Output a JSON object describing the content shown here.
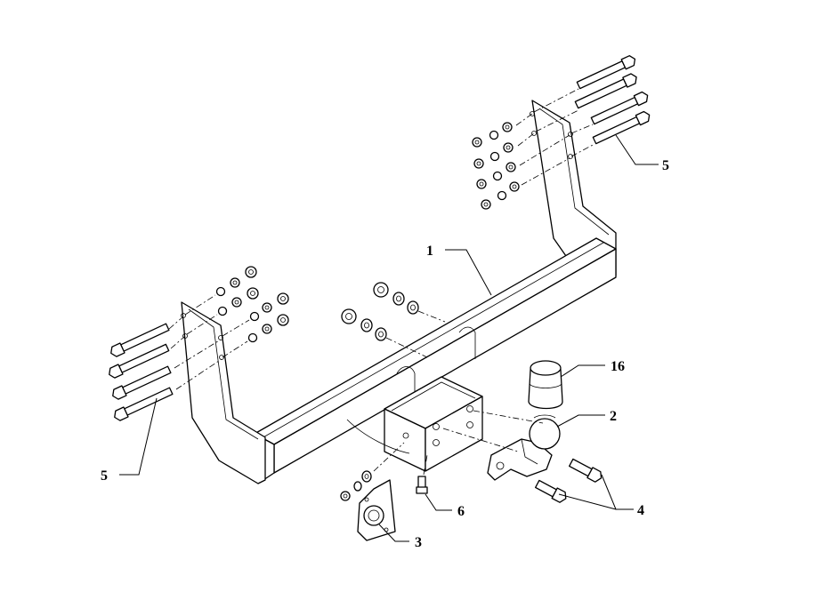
{
  "callouts": {
    "main_beam": "1",
    "tow_ball": "2",
    "socket_plate": "3",
    "ball_bolts": "4",
    "bracket_bolts_right": "5",
    "bracket_bolts_left": "5",
    "small_bolt": "6",
    "ball_cover": "16"
  }
}
